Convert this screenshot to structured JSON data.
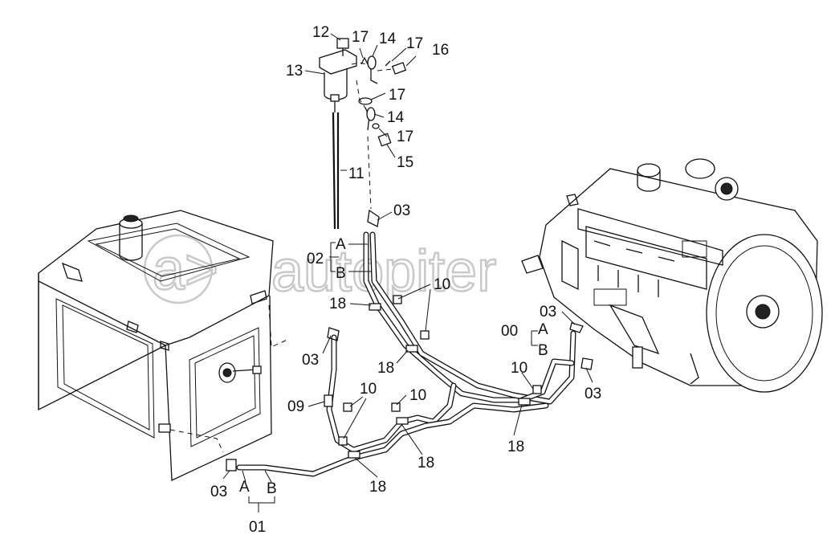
{
  "watermark": "autopiter",
  "watermark_logo": "a>",
  "labels": {
    "l12": "12",
    "l17a": "17",
    "l14a": "14",
    "l17b": "17",
    "l16": "16",
    "l13": "13",
    "l17c": "17",
    "l14b": "14",
    "l17d": "17",
    "l15": "15",
    "l11": "11",
    "l03a": "03",
    "l02": "02",
    "l02A": "A",
    "l02B": "B",
    "l10a": "10",
    "l18a": "18",
    "l03b": "03",
    "l18b": "18",
    "l09": "09",
    "l10b": "10",
    "l10c": "10",
    "l03c": "03",
    "l00": "00",
    "l00A": "A",
    "l00B": "B",
    "l10d": "10",
    "l03d": "03",
    "l18c": "18",
    "l18d": "18",
    "l18e": "18",
    "l03e": "03",
    "l01A": "A",
    "l01B": "B",
    "l01": "01"
  }
}
